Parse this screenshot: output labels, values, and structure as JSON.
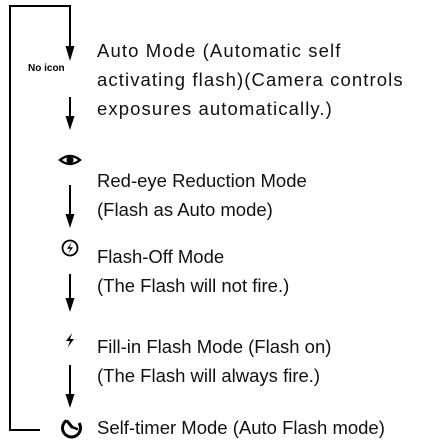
{
  "no_icon_label": "No icon",
  "modes": [
    {
      "icon": "auto-no-icon",
      "lines": [
        "Auto Mode (Automatic self",
        "activating flash)(Camera controls",
        "exposures automatically.)"
      ]
    },
    {
      "icon": "eye-icon",
      "lines": [
        "Red-eye Reduction Mode",
        "(Flash as Auto mode)"
      ]
    },
    {
      "icon": "flash-off-icon",
      "lines": [
        "Flash-Off Mode",
        "(The Flash will not fire.)"
      ]
    },
    {
      "icon": "lightning-bolt-icon",
      "lines": [
        "Fill-in Flash Mode (Flash on)",
        "(The Flash will always fire.)"
      ]
    },
    {
      "icon": "self-timer-icon",
      "lines": [
        "Self-timer Mode (Auto Flash mode)"
      ]
    }
  ],
  "colors": {
    "line": "#000000",
    "text": "#111111",
    "background": "#ffffff"
  }
}
